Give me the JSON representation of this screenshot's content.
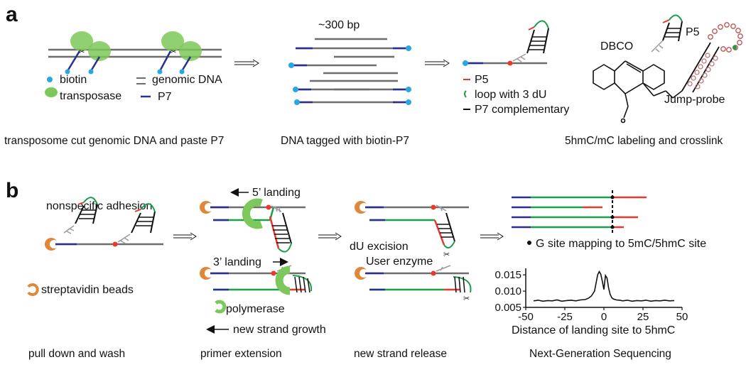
{
  "panel_a": {
    "letter": "a",
    "legend": {
      "biotin": "biotin",
      "transposase": "transposase",
      "genomic_dna": "genomic DNA",
      "p7": "P7"
    },
    "fragment_size": "~300 bp",
    "adapter_legend": {
      "p5": "P5",
      "loop": "loop with 3 dU",
      "p7c": "P7 complementary"
    },
    "probe": {
      "dbco": "DBCO",
      "p5": "P5",
      "jump_probe": "Jump-probe"
    },
    "captions": [
      "transposome cut genomic DNA and paste P7",
      "DNA  tagged with biotin-P7",
      "5hmC/mC labeling and crosslink"
    ]
  },
  "panel_b": {
    "letter": "b",
    "nonspecific": "nonspecific adhesion",
    "beads": "streptavidin beads",
    "landing5": "5’ landing",
    "landing3": "3’ landing",
    "polymerase": "polymerase",
    "new_strand": "new strand growth",
    "du_excision": "dU excision",
    "user_enzyme": "User enzyme",
    "g_site": "G site mapping to 5mC/5hmC site",
    "captions": [
      "pull down and wash",
      "primer extension",
      "new strand release",
      "Next-Generation Sequencing"
    ]
  },
  "colors": {
    "dna": "#6d6d6d",
    "p7": "#2b2f8f",
    "p5": "#e8392e",
    "loop": "#1aa04a",
    "biotin": "#29a8e0",
    "transposase": "#7cc85b",
    "bead": "#e0883a",
    "polymerase": "#7cc85b"
  },
  "chart_data": {
    "type": "line",
    "xlabel": "Distance of landing site to 5hmC",
    "ylabel": "",
    "xlim": [
      -50,
      50
    ],
    "ylim": [
      0.005,
      0.017
    ],
    "xticks": [
      "-50",
      "-25",
      "0",
      "25",
      "50"
    ],
    "yticks": [
      "0.015",
      "0.010",
      "0.005"
    ],
    "series": [
      {
        "x": [
          -45,
          -42,
          -39,
          -36,
          -33,
          -30,
          -27,
          -24,
          -21,
          -18,
          -15,
          -12,
          -10,
          -8,
          -6,
          -5,
          -4,
          -3,
          -2,
          -1,
          0,
          1,
          2,
          3,
          4,
          5,
          6,
          8,
          10,
          12,
          15,
          18,
          21,
          24,
          27,
          30,
          33,
          36,
          39,
          42,
          45
        ],
        "y": [
          0.007,
          0.0072,
          0.0069,
          0.0071,
          0.007,
          0.0073,
          0.0069,
          0.0071,
          0.0072,
          0.007,
          0.0073,
          0.0074,
          0.0078,
          0.0085,
          0.01,
          0.0125,
          0.015,
          0.016,
          0.0152,
          0.013,
          0.0105,
          0.0148,
          0.014,
          0.011,
          0.009,
          0.008,
          0.0076,
          0.0073,
          0.0072,
          0.007,
          0.0072,
          0.0069,
          0.0071,
          0.007,
          0.0072,
          0.0069,
          0.0071,
          0.007,
          0.0072,
          0.007,
          0.0071
        ]
      }
    ]
  }
}
